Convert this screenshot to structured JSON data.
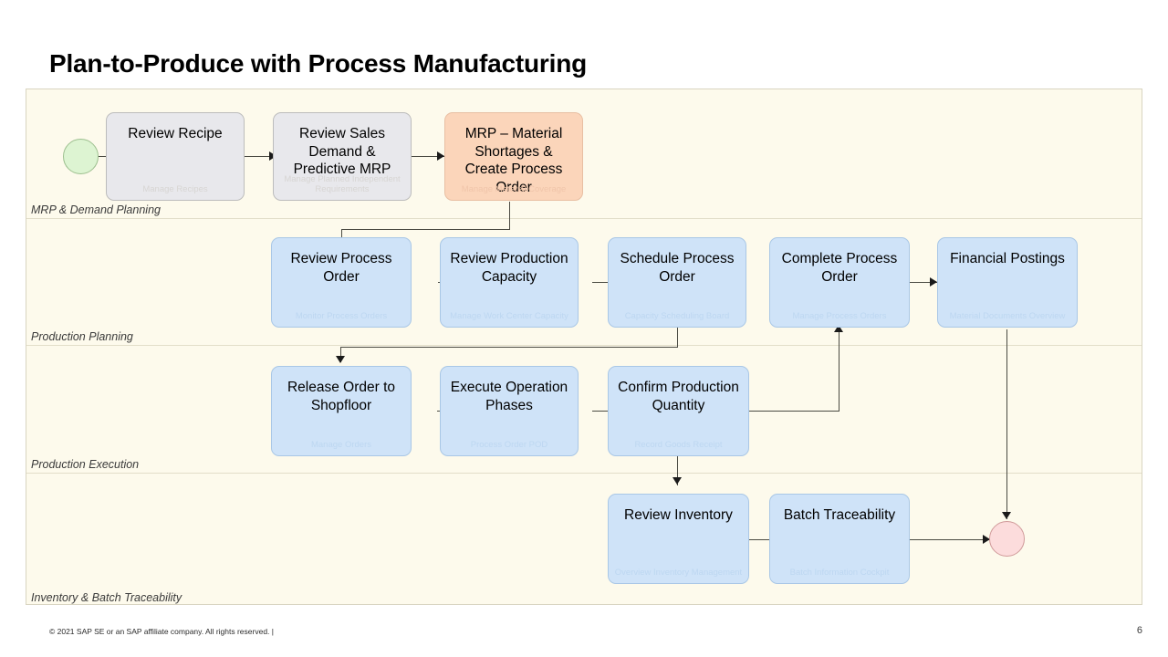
{
  "slide": {
    "title": "Plan-to-Produce with Process Manufacturing",
    "page_number": "6",
    "copyright": "© 2021 SAP SE or an SAP affiliate company. All rights reserved.  |",
    "canvas_color": "#fdfaec"
  },
  "lanes": [
    {
      "label": "MRP & Demand Planning"
    },
    {
      "label": "Production Planning"
    },
    {
      "label": "Production Execution"
    },
    {
      "label": "Inventory & Batch Traceability"
    }
  ],
  "events": {
    "start": {
      "name": "start-event",
      "color": "#ddf4d2"
    },
    "end": {
      "name": "end-event",
      "color": "#fcdcdc"
    }
  },
  "tasks": [
    {
      "title": "Review Recipe",
      "app": "Manage Recipes",
      "color": "grey"
    },
    {
      "title": "Review Sales Demand & Predictive MRP",
      "app": "Manage Planned Independent Requirements",
      "color": "grey"
    },
    {
      "title": "MRP – Material Shortages & Create Process Order",
      "app": "Manage Material Coverage",
      "color": "orange"
    },
    {
      "title": "Review Process Order",
      "app": "Monitor Process Orders",
      "color": "blue"
    },
    {
      "title": "Review Production Capacity",
      "app": "Manage Work Center Capacity",
      "color": "blue"
    },
    {
      "title": "Schedule Process Order",
      "app": "Capacity Scheduling Board",
      "color": "blue"
    },
    {
      "title": "Complete Process Order",
      "app": "Manage Process Orders",
      "color": "blue"
    },
    {
      "title": "Financial Postings",
      "app": "Material Documents Overview",
      "color": "blue"
    },
    {
      "title": "Release Order to Shopfloor",
      "app": "Manage Orders",
      "color": "blue"
    },
    {
      "title": "Execute Operation Phases",
      "app": "Process Order POD",
      "color": "blue"
    },
    {
      "title": "Confirm Production Quantity",
      "app": "Record Goods Receipt",
      "color": "blue"
    },
    {
      "title": "Review Inventory",
      "app": "Overview Inventory Management",
      "color": "blue"
    },
    {
      "title": "Batch Traceability",
      "app": "Batch Information Cockpit",
      "color": "blue"
    }
  ]
}
